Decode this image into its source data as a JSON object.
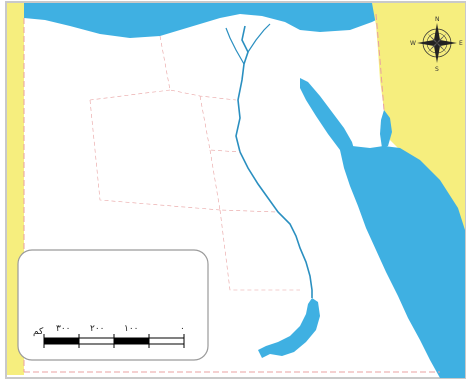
{
  "colors": {
    "sea": "#3fb0e2",
    "land_outside": "#f6ee7e",
    "land_inside": "#ffffff",
    "border_dash": "#e8a0a0",
    "river": "#2a8fc0",
    "frame": "#c9c9c9"
  },
  "scale_bar": {
    "unit": "كم",
    "labels": [
      "٣٠٠",
      "٢٠٠",
      "١٠٠",
      "٠"
    ]
  },
  "compass": {
    "north": "N",
    "south": "S",
    "east": "E",
    "west": "W"
  }
}
